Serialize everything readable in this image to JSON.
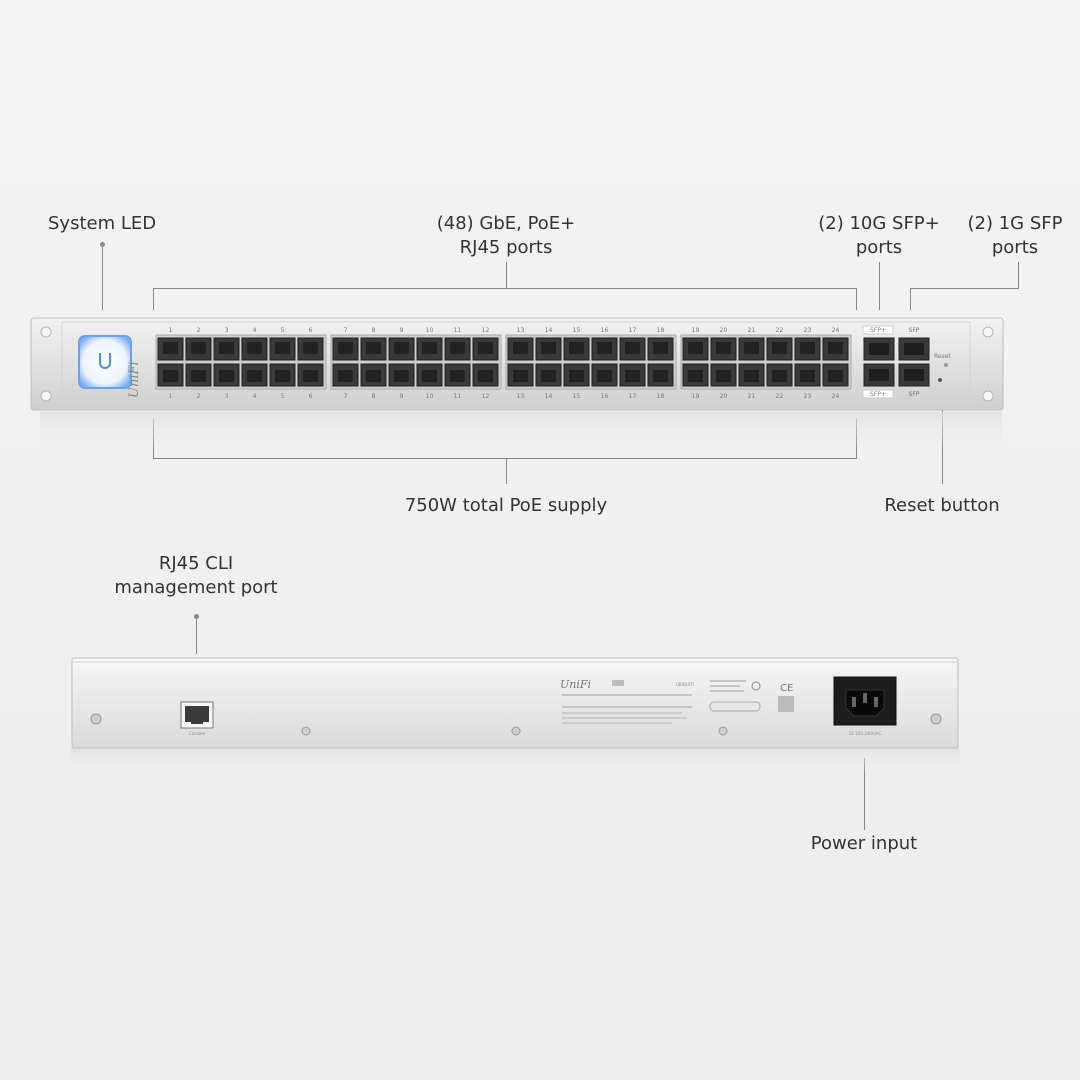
{
  "callouts": {
    "system_led": "System LED",
    "gbe_ports_line1": "(48) GbE, PoE+",
    "gbe_ports_line2": "RJ45 ports",
    "sfp_plus_line1": "(2) 10G SFP+",
    "sfp_plus_line2": "ports",
    "sfp_line1": "(2) 1G SFP",
    "sfp_line2": "ports",
    "poe_supply": "750W total PoE supply",
    "reset_button": "Reset button",
    "cli_port_line1": "RJ45 CLI",
    "cli_port_line2": "management port",
    "power_input": "Power input"
  },
  "front_panel": {
    "brand": "UniFi",
    "top_port_numbers": [
      "1",
      "2",
      "3",
      "4",
      "5",
      "6",
      "7",
      "8",
      "9",
      "10",
      "11",
      "12",
      "13",
      "14",
      "15",
      "16",
      "17",
      "18",
      "19",
      "20",
      "21",
      "22",
      "23",
      "24"
    ],
    "bottom_port_numbers": [
      "1",
      "2",
      "3",
      "4",
      "5",
      "6",
      "7",
      "8",
      "9",
      "10",
      "11",
      "12",
      "13",
      "14",
      "15",
      "16",
      "17",
      "18",
      "19",
      "20",
      "21",
      "22",
      "23",
      "24"
    ],
    "sfp_plus_label": "SFP+",
    "sfp_label": "SFP",
    "reset_label": "Reset",
    "sfp_plus_bottom_label": "SFP+"
  },
  "rear_panel": {
    "brand": "UniFi",
    "vendor": "UBIQUITI",
    "console_label": "Console",
    "power_rating": "12-100-240V/AC"
  },
  "colors": {
    "background": "#efefef",
    "chassis": "#e3e3e3",
    "led_glow": "#5a9be8",
    "port_dark": "#3a3a3a",
    "callout_line": "#888888"
  }
}
